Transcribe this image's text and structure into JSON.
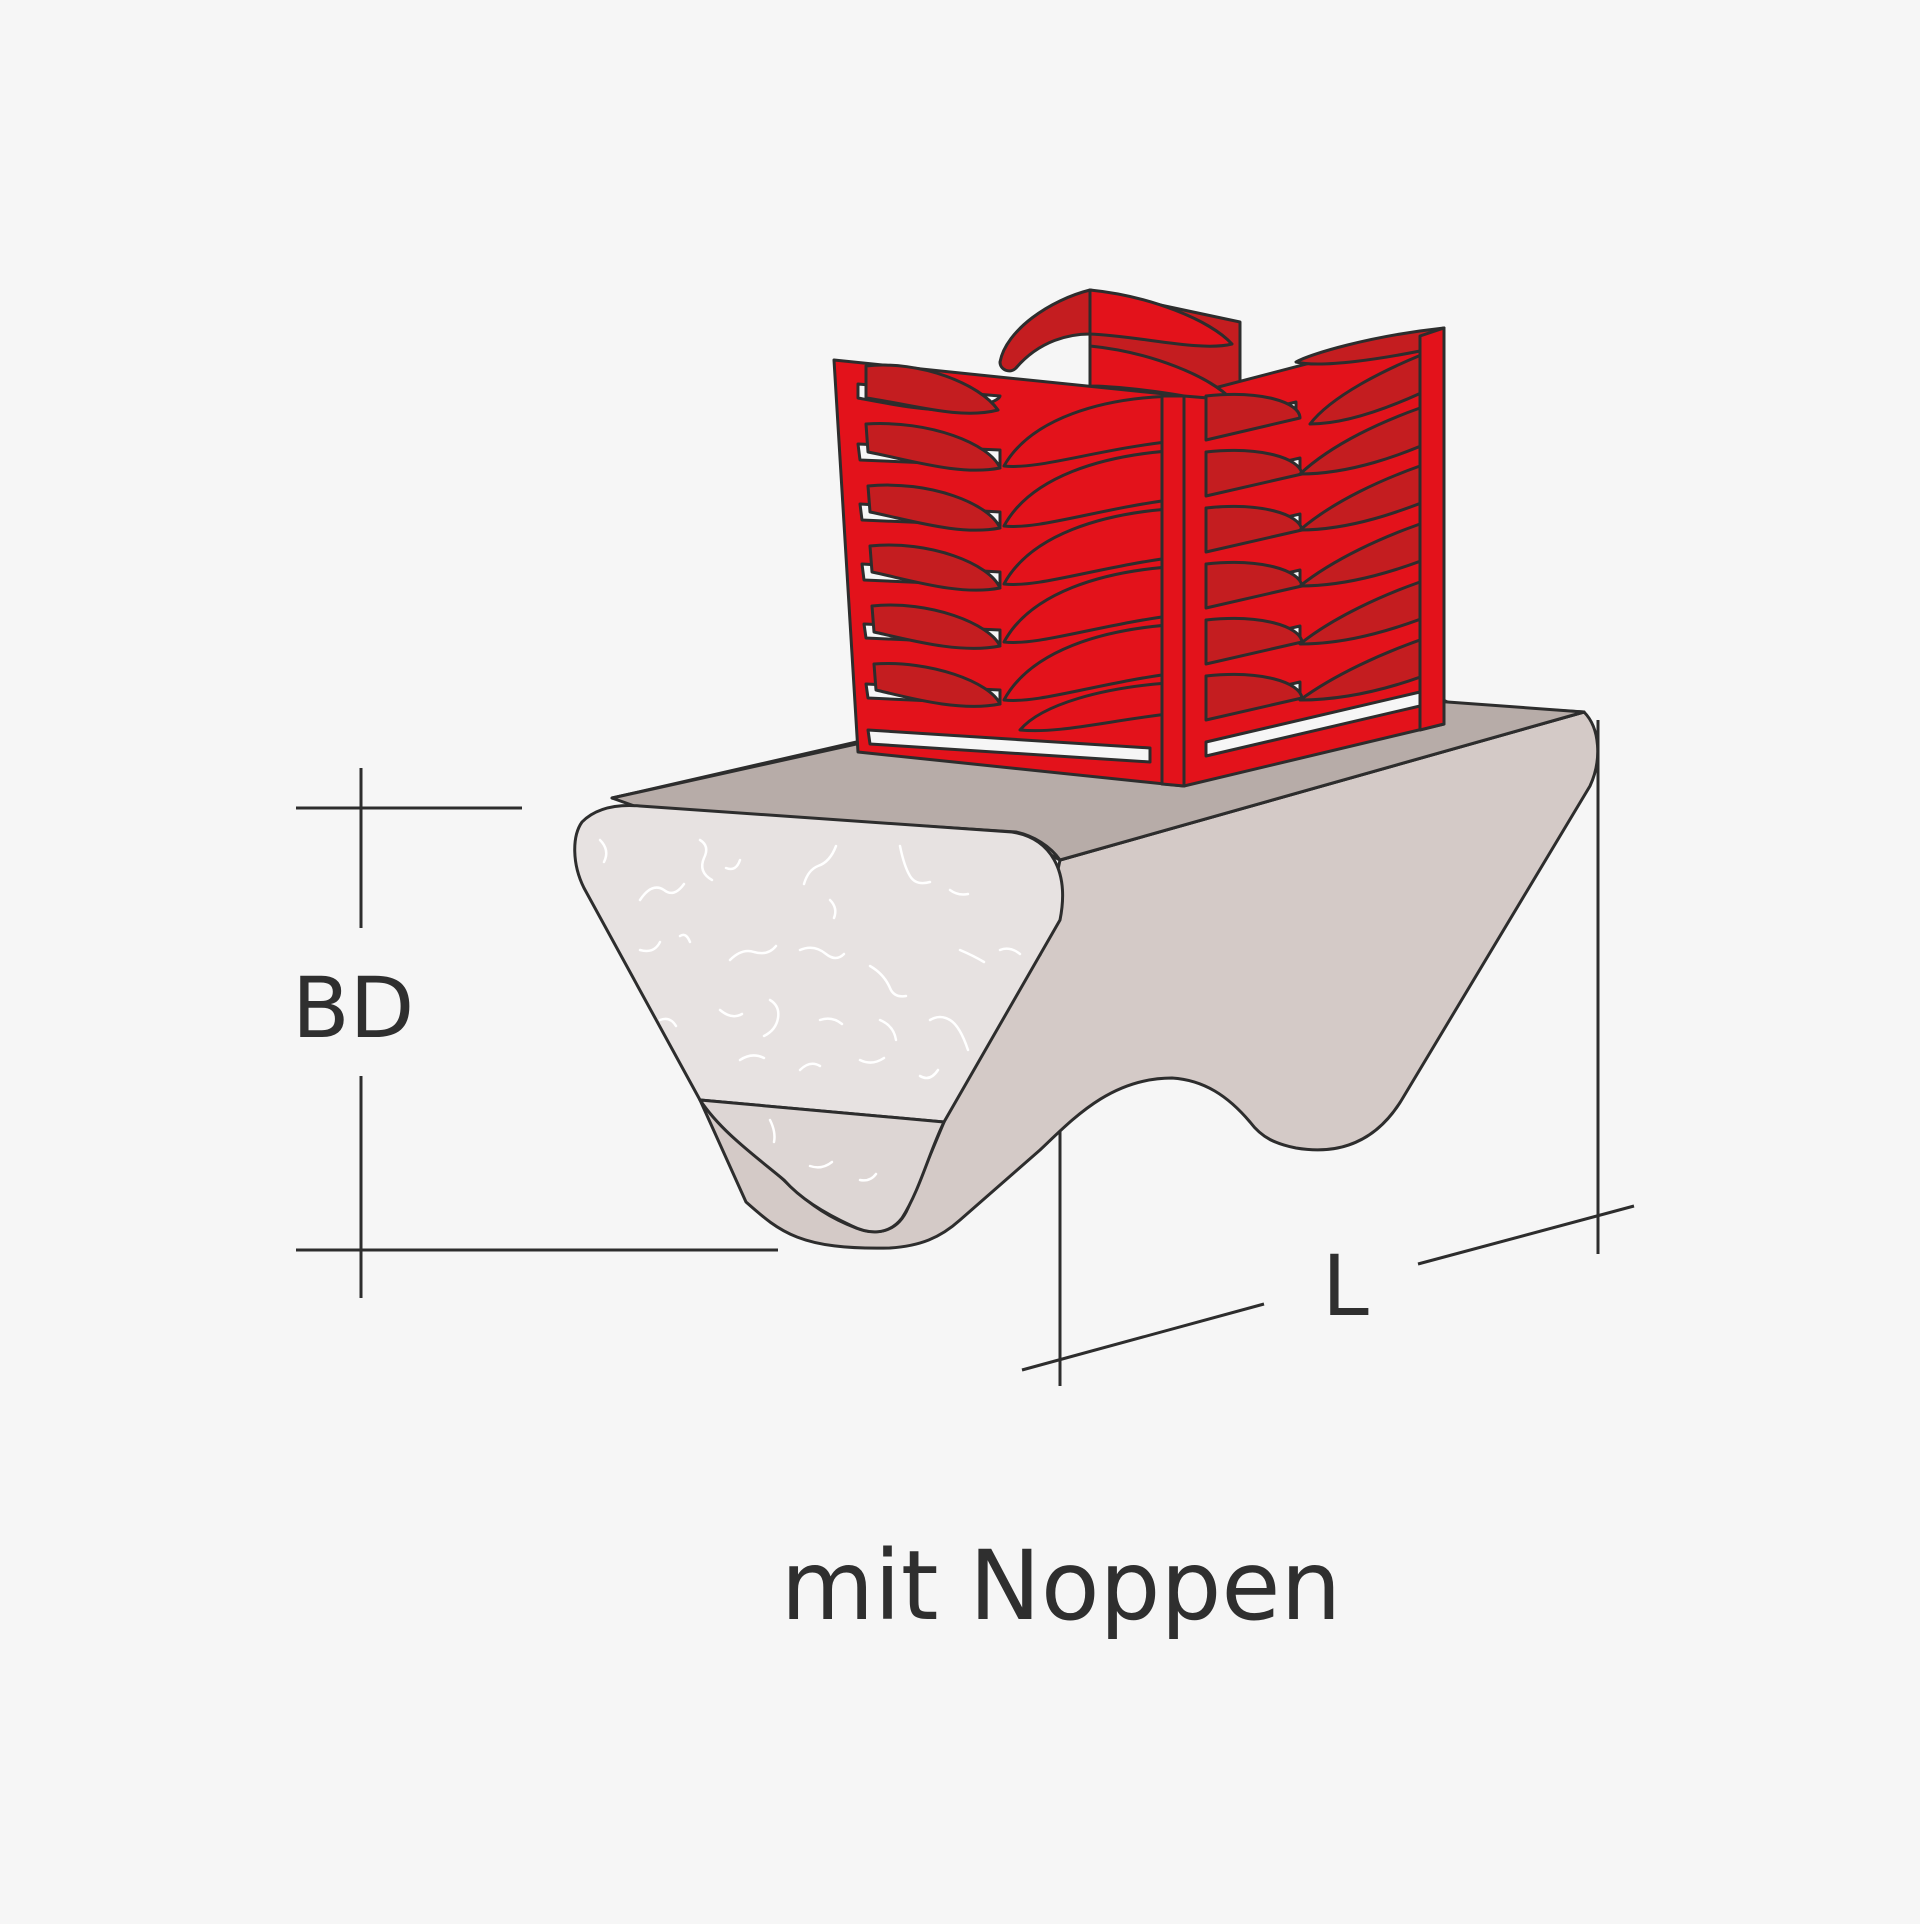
{
  "labels": {
    "height_dimension": "BD",
    "length_dimension": "L",
    "caption": "mit Noppen"
  },
  "colors": {
    "background": "#f6f6f6",
    "belt_top": "#b7aca8",
    "belt_side": "#d4cac7",
    "belt_cross_section": "#e7e2e1",
    "belt_bottom_face": "#ddd6d4",
    "clip_red": "#e3121b",
    "clip_red_dark": "#c41d20",
    "outline": "#2d2d2d"
  },
  "icons": {
    "clip": "barbed-fastener-icon",
    "belt": "v-belt-segment-icon"
  }
}
